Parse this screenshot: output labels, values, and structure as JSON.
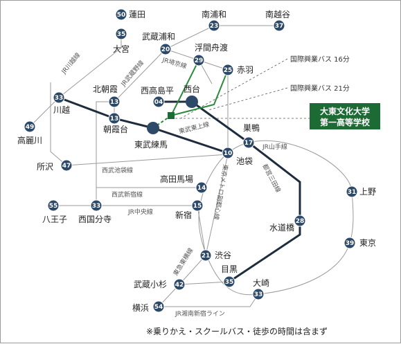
{
  "stations": {
    "hasuda": {
      "name": "蓮田",
      "num": "50"
    },
    "minamiurawa": {
      "name": "南浦和",
      "num": "23"
    },
    "minamikoshigaya": {
      "name": "南越谷",
      "num": "37"
    },
    "omiya": {
      "name": "大宮",
      "num": "35"
    },
    "musashiurawa": {
      "name": "武蔵浦和",
      "num": "20"
    },
    "ukimafunado": {
      "name": "浮間舟渡",
      "num": "29"
    },
    "akabane": {
      "name": "赤羽",
      "num": "25"
    },
    "kawagoe": {
      "name": "川越",
      "num": "33"
    },
    "kitaasaka": {
      "name": "北朝霞",
      "num": "13"
    },
    "asakadai": {
      "name": "朝霞台",
      "num": "13"
    },
    "nishitakashimadaira": {
      "name": "西高島平",
      "num": "04"
    },
    "nishidai": {
      "name": "西台"
    },
    "tobunerima": {
      "name": "東武練馬"
    },
    "sugamo": {
      "name": "巣鴨",
      "num": "17"
    },
    "komagawa": {
      "name": "高麗川",
      "num": "49"
    },
    "tokorozawa": {
      "name": "所沢",
      "num": "47"
    },
    "ikebukuro": {
      "name": "池袋",
      "num": "10"
    },
    "takadanobaba": {
      "name": "高田馬場",
      "num": "14"
    },
    "ueno": {
      "name": "上野",
      "num": "31"
    },
    "hachioji": {
      "name": "八王子",
      "num": "55"
    },
    "nishikokubunji": {
      "name": "西国分寺",
      "num": "33"
    },
    "shinjuku": {
      "name": "新宿",
      "num": "15"
    },
    "suidobashi": {
      "name": "水道橋",
      "num": "28"
    },
    "tokyo": {
      "name": "東京",
      "num": "39"
    },
    "shibuya": {
      "name": "渋谷",
      "num": "21"
    },
    "meguro": {
      "name": "目黒",
      "num": "35"
    },
    "musashikosugi": {
      "name": "武蔵小杉",
      "num": "42"
    },
    "osaki": {
      "name": "大崎",
      "num": "33"
    },
    "yokohama": {
      "name": "横浜",
      "num": "54"
    }
  },
  "lines": {
    "jr_kawagoe": "JR川越線",
    "jr_musashino": "JR武蔵野線",
    "jr_saikyo": "JR埼京線",
    "tobu_tojo": "東武東上線",
    "seibu_ikebukuro": "西武池袋線",
    "seibu_shinjuku": "西武新宿線",
    "jr_chuo": "JR中央線",
    "jr_yamanote": "JR山手線",
    "toei_mita": "都営三田線",
    "fukutoshin": "東京メトロ副都心線",
    "toyoko": "東急東横線",
    "shonan_shinjuku": "JR湘南新宿ライン"
  },
  "bus": {
    "route1": "国際興業バス 16分",
    "route2": "国際興業バス 21分"
  },
  "school": {
    "line1": "大東文化大学",
    "line2": "第一高等学校"
  },
  "footer": "※乗りかえ・スクールバス・徒歩の時間は含まず",
  "colors": {
    "badge": "#2d4968",
    "school": "#1d6b34",
    "bus_line": "#2a8a3a"
  }
}
